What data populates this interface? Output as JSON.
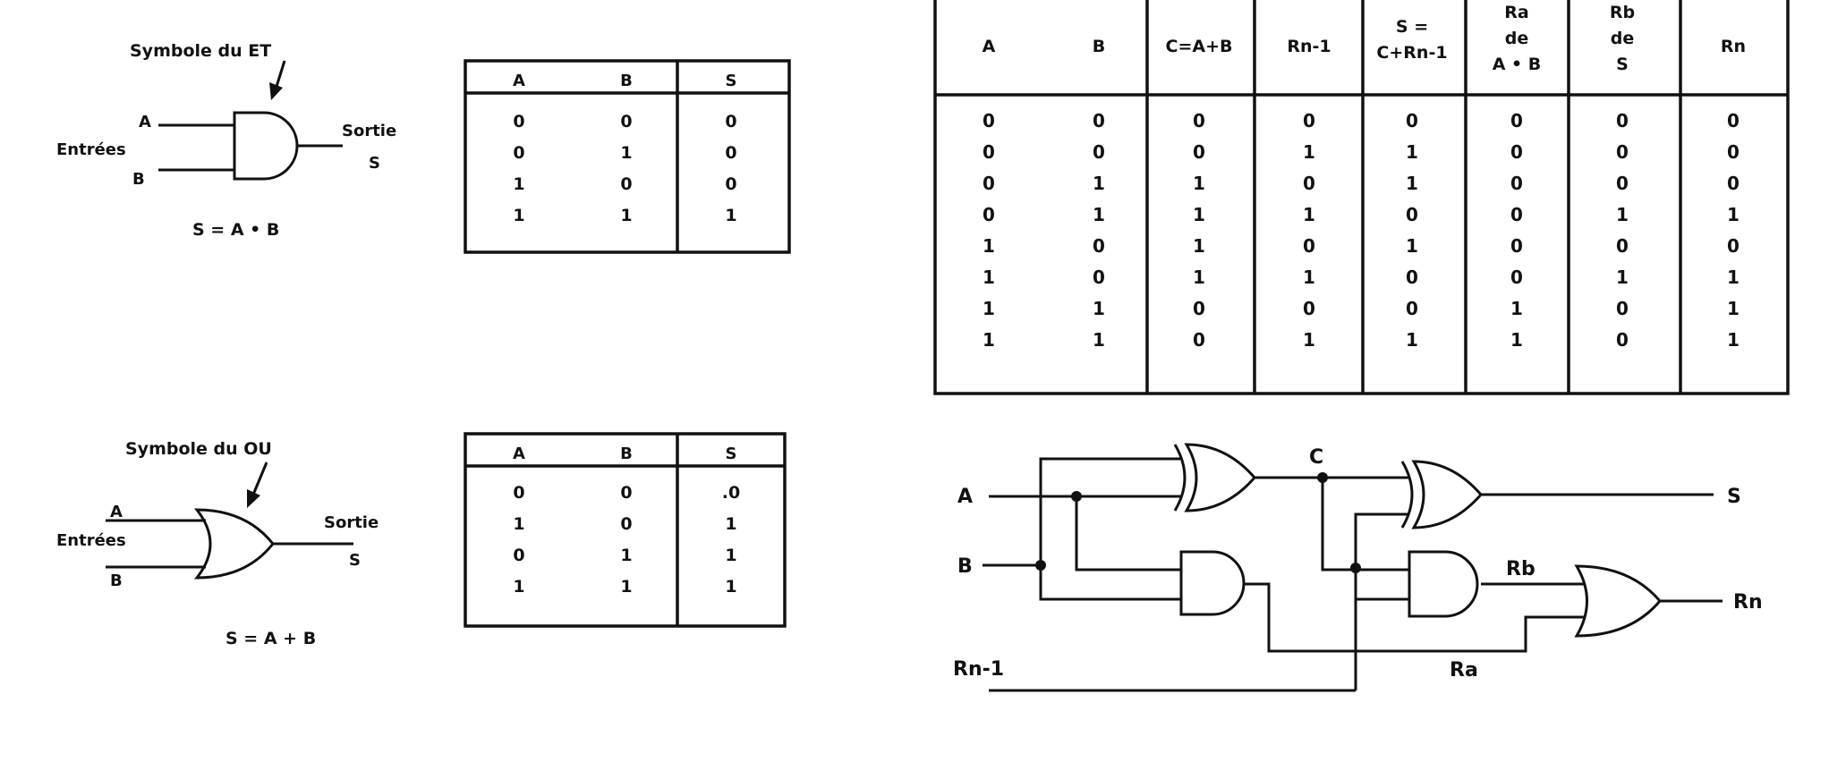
{
  "and_gate": {
    "label": "Symbole du ET",
    "input_a": "A",
    "input_b": "B",
    "inputs_label": "Entrées",
    "output_label": "Sortie",
    "output_name": "S",
    "formula": "S = A • B"
  },
  "or_gate": {
    "label": "Symbole du OU",
    "input_a": "A",
    "input_b": "B",
    "inputs_label": "Entrées",
    "output_label": "Sortie",
    "output_name": "S",
    "formula": "S = A + B"
  },
  "and_table": {
    "headers": [
      "A",
      "B",
      "S"
    ],
    "rows": [
      [
        "0",
        "0",
        "0"
      ],
      [
        "0",
        "1",
        "0"
      ],
      [
        "1",
        "0",
        "0"
      ],
      [
        "1",
        "1",
        "1"
      ]
    ]
  },
  "or_table": {
    "headers": [
      "A",
      "B",
      "S"
    ],
    "rows": [
      [
        "0",
        "0",
        ".0"
      ],
      [
        "1",
        "0",
        "1"
      ],
      [
        "0",
        "1",
        "1"
      ],
      [
        "1",
        "1",
        "1"
      ]
    ]
  },
  "adder_table": {
    "headers": [
      [
        "A"
      ],
      [
        "B"
      ],
      [
        "C=A+B"
      ],
      [
        "Rn-1"
      ],
      [
        "S =",
        "C+Rn-1"
      ],
      [
        "Ra",
        "de",
        "A • B"
      ],
      [
        "Rb",
        "de",
        "S"
      ],
      [
        "Rn"
      ]
    ],
    "rows": [
      [
        "0",
        "0",
        "0",
        "0",
        "0",
        "0",
        "0",
        "0"
      ],
      [
        "0",
        "0",
        "0",
        "1",
        "1",
        "0",
        "0",
        "0"
      ],
      [
        "0",
        "1",
        "1",
        "0",
        "1",
        "0",
        "0",
        "0"
      ],
      [
        "0",
        "1",
        "1",
        "1",
        "0",
        "0",
        "1",
        "1"
      ],
      [
        "1",
        "0",
        "1",
        "0",
        "1",
        "0",
        "0",
        "0"
      ],
      [
        "1",
        "0",
        "1",
        "1",
        "0",
        "0",
        "1",
        "1"
      ],
      [
        "1",
        "1",
        "0",
        "0",
        "0",
        "1",
        "0",
        "1"
      ],
      [
        "1",
        "1",
        "0",
        "1",
        "1",
        "1",
        "0",
        "1"
      ]
    ]
  },
  "circuit": {
    "in_a": "A",
    "in_b": "B",
    "in_carry": "Rn-1",
    "node_c": "C",
    "out_s": "S",
    "ra": "Ra",
    "rb": "Rb",
    "out_rn": "Rn"
  }
}
